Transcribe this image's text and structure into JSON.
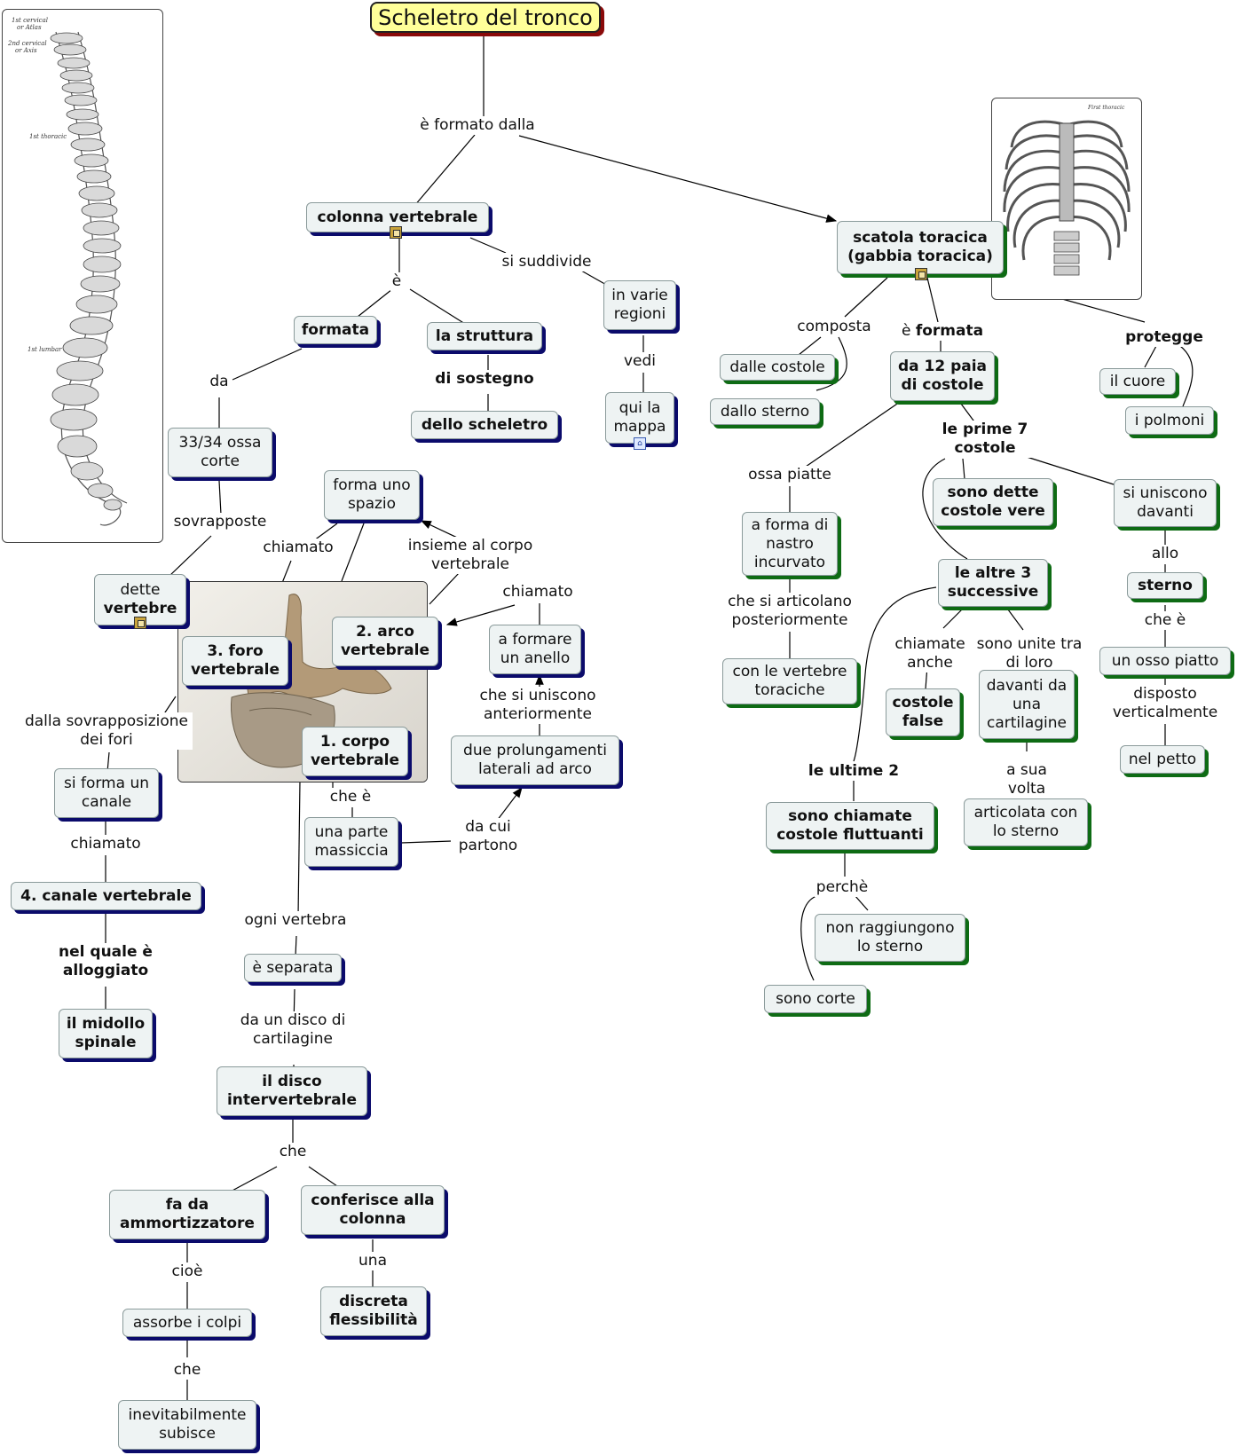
{
  "title": "Scheletro del tronco",
  "images": {
    "spine": {
      "labels": [
        "1st cervical or Atlas",
        "2nd cervical or Axis",
        "1st thoracic",
        "1st lumbar"
      ]
    },
    "ribcage": {
      "labels": [
        "First thoracic"
      ]
    },
    "vertebra": {}
  },
  "nodes": {
    "colonna": "colonna vertebrale",
    "scatola": "scatola toracica (gabbia toracica)",
    "formata": "formata",
    "struttura": "la struttura",
    "dello_scheletro": "dello scheletro",
    "varie_regioni": "in varie regioni",
    "qui_mappa": "qui la mappa",
    "ossa_corte": "33/34 ossa corte",
    "dette_vertebre_a": "dette",
    "dette_vertebre_b": "vertebre",
    "forma_spazio": "forma uno spazio",
    "foro": "3. foro vertebrale",
    "arco": "2. arco vertebrale",
    "corpo": "1. corpo vertebrale",
    "anello": "a formare un anello",
    "prolungamenti": "due prolungamenti laterali ad arco",
    "parte_massiccia": "una parte massiccia",
    "canale_fori": "si forma un canale",
    "canale_vertebrale": "4. canale vertebrale",
    "midollo": "il midollo spinale",
    "separata": "è separata",
    "disco": "il disco intervertebrale",
    "ammortizzatore": "fa da ammortizzatore",
    "conferisce": "conferisce alla colonna",
    "flessibilita": "discreta flessibilità",
    "assorbe": "assorbe i colpi",
    "subisce": "inevitabilmente subisce",
    "costole": "dalle costole",
    "sterno_da": "dallo sterno",
    "dodici_paia": "da 12 paia di costole",
    "cuore": "il cuore",
    "polmoni": "i polmoni",
    "nastro": "a forma di nastro incurvato",
    "vertebre_toraciche": "con le vertebre toraciche",
    "costole_vere": "sono dette costole vere",
    "uniscono_davanti": "si uniscono davanti",
    "sterno": "sterno",
    "osso_piatto": "un osso piatto",
    "nel_petto": "nel petto",
    "altre_tre": "le altre 3 successive",
    "costole_false": "costole false",
    "cartilagine": "davanti da una cartilagine",
    "articolata": "articolata con lo sterno",
    "fluttuanti": "sono chiamate costole fluttuanti",
    "non_raggiungono": "non raggiungono lo sterno",
    "sono_corte": "sono corte"
  },
  "labels": {
    "formato_dalla": "è formato dalla",
    "e": "è",
    "si_suddivide": "si suddivide",
    "da": "da",
    "di_sostegno": "di sostegno",
    "vedi": "vedi",
    "sovrapposte": "sovrapposte",
    "chiamato_spazio": "chiamato",
    "insieme_corpo": "insieme al corpo vertebrale",
    "chiamato_anello": "chiamato",
    "si_uniscono_ant": "che si uniscono anteriormente",
    "che_e": "che è",
    "da_cui_partono": "da cui partono",
    "sovrapposizione": "dalla sovrapposizione dei fori",
    "chiamato_canale": "chiamato",
    "nel_quale": "nel quale è alloggiato",
    "ogni_vertebra": "ogni vertebra",
    "disco_cartilagine": "da un disco di cartilagine",
    "che_disco": "che",
    "cioe": "cioè",
    "una": "una",
    "che_colpi": "che",
    "composta": "composta",
    "e_formata_pre": "è",
    "e_formata_b": "formata",
    "protegge": "protegge",
    "ossa_piatte": "ossa piatte",
    "le_prime_7": "le prime 7 costole",
    "articolano": "che si articolano posteriormente",
    "allo": "allo",
    "che_e_sterno": "che è",
    "disposto": "disposto verticalmente",
    "chiamate_anche": "chiamate anche",
    "unite_tra_loro": "sono unite tra di loro",
    "a_sua_volta": "a sua volta",
    "le_ultime_2": "le ultime 2",
    "perche": "perchè"
  }
}
